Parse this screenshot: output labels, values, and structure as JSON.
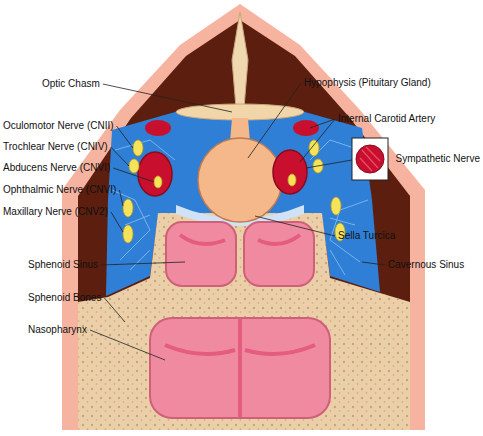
{
  "diagram": {
    "labels": [
      "Optic Chasm",
      "Oculomotor Nerve (CNII)",
      "Trochlear Nerve (CNIV)",
      "Abducens Nerve (CNVI)",
      "Ophthalmic Nerve (CNVI)",
      "Maxillary Nerve (CNV2)",
      "Sphenoid Sinus",
      "Sphenoid Bones",
      "Nasopharynx",
      "Hypophysis (Pituitary Gland)",
      "Internal Carotid Artery",
      "Sympathetic Nerve",
      "Sella Turcica",
      "Cavernous Sinus"
    ]
  }
}
